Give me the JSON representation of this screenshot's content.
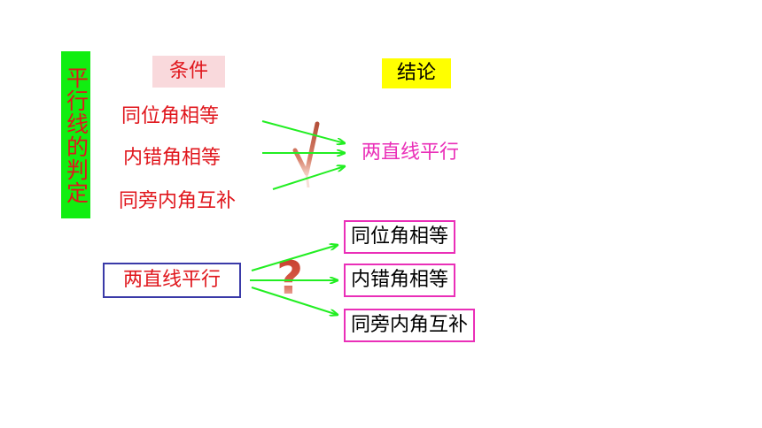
{
  "side_title": "平行线的判定",
  "headers": {
    "conditions": "条件",
    "conclusion": "结论"
  },
  "conditions": [
    "同位角相等",
    "内错角相等",
    "同旁内角互补"
  ],
  "conclusion": "两直线平行",
  "premise": "两直线平行",
  "results": [
    "同位角相等",
    "内错角相等",
    "同旁内角互补"
  ],
  "marks": {
    "check": "check-icon",
    "question": "question-icon"
  },
  "colors": {
    "title_bg": "#11ee11",
    "title_text": "#e0161c",
    "condition_text": "#e0161c",
    "conclusion_text": "#ea2fb8",
    "arrow": "#22ee22",
    "header_conditions_bg": "#f9d9dc",
    "header_conclusion_bg": "#ffff00",
    "premise_border": "#3a3aa8",
    "result_border": "#ea2fb8"
  }
}
